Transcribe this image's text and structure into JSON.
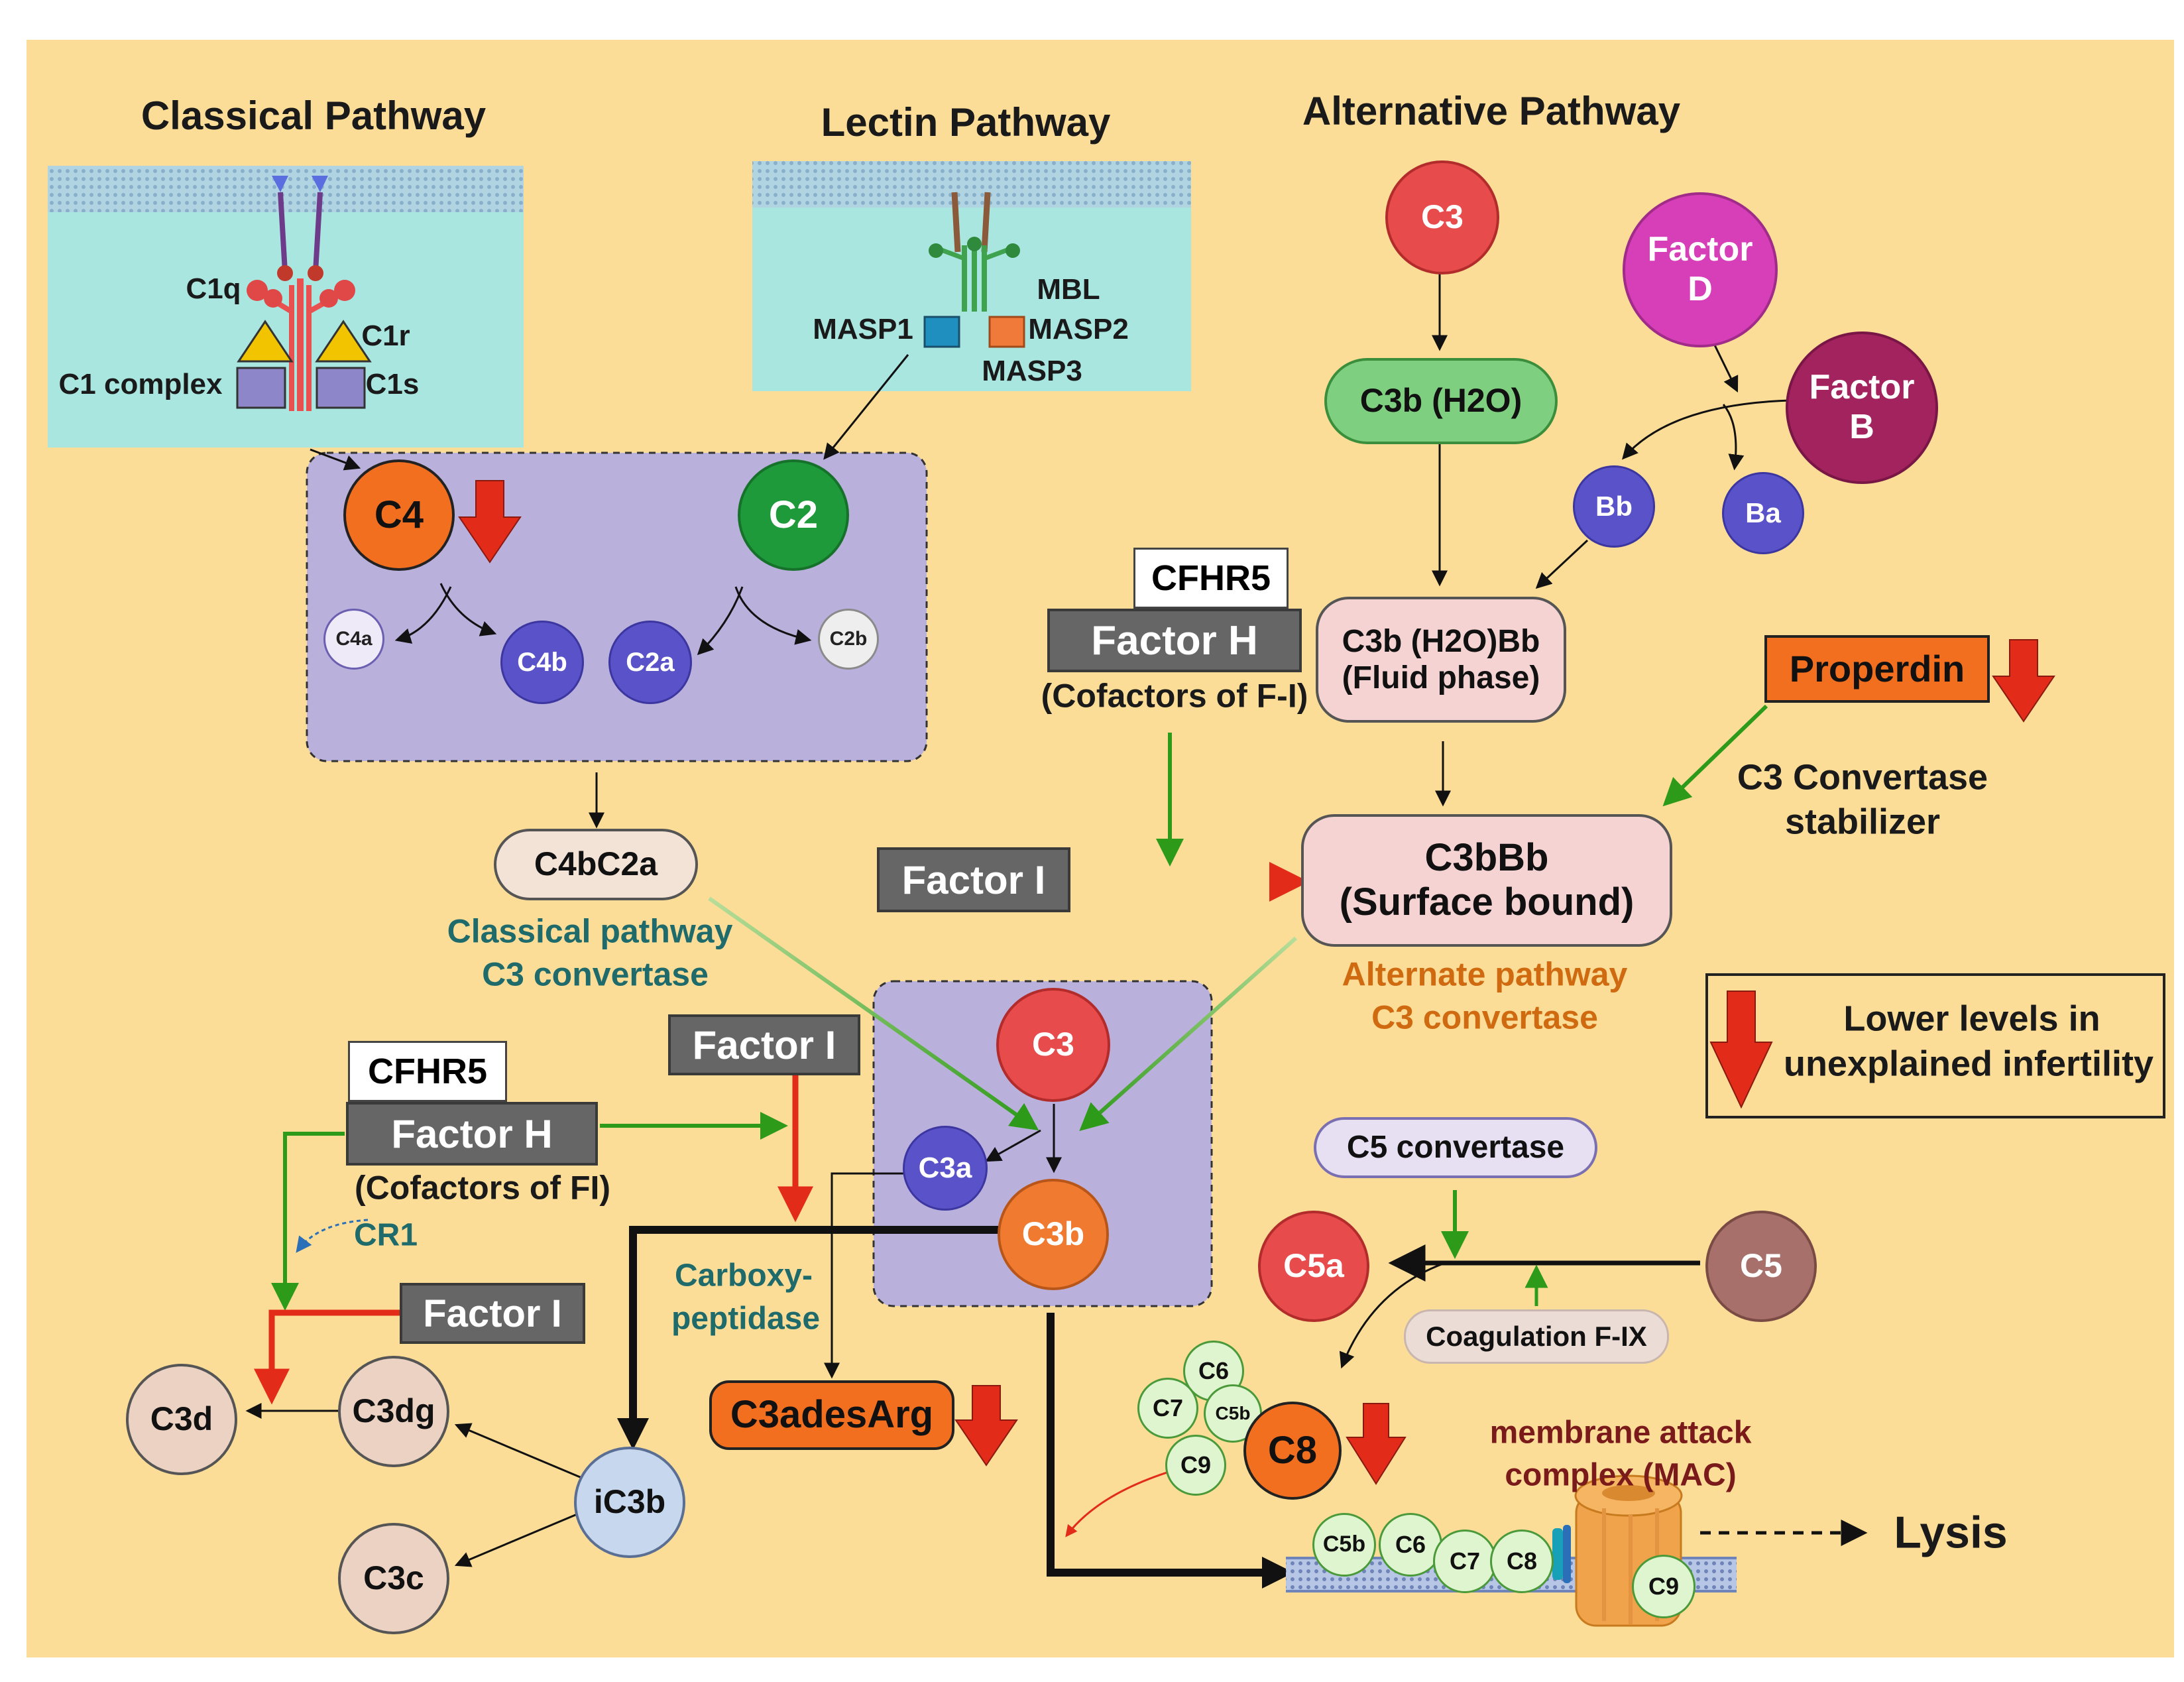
{
  "colors": {
    "background": "#fbdd97",
    "membrane_panel": "#a9e6e0",
    "enzyme_box": "#b9b0dc",
    "green_arrow": "#2e9a1a",
    "red_arrow": "#e32b1a",
    "orange_label": "#d06a10",
    "teal_label": "#1f6b6b"
  },
  "headers": {
    "classical": "Classical Pathway",
    "lectin": "Lectin Pathway",
    "alternative": "Alternative  Pathway"
  },
  "classical_panel": {
    "c1q": "C1q",
    "c1r": "C1r",
    "c1s": "C1s",
    "c1_complex": "C1 complex"
  },
  "lectin_panel": {
    "mbl": "MBL",
    "masp1": "MASP1",
    "masp2": "MASP2",
    "masp3": "MASP3"
  },
  "top_box": {
    "c4": "C4",
    "c2": "C2",
    "c4a": "C4a",
    "c4b": "C4b",
    "c2a": "C2a",
    "c2b": "C2b"
  },
  "alternative": {
    "c3": "C3",
    "factor_d": "Factor D",
    "c3b_h2o": "C3b (H2O)",
    "factor_b": "Factor B",
    "bb": "Bb",
    "ba": "Ba",
    "fluid_phase_line1": "C3b (H2O)Bb",
    "fluid_phase_line2": "(Fluid phase)",
    "cfhr5": "CFHR5",
    "factor_h": "Factor H",
    "cofactors": "(Cofactors of F-I)",
    "properdin": "Properdin",
    "stabilizer_line1": "C3 Convertase",
    "stabilizer_line2": "stabilizer",
    "factor_i": "Factor I",
    "surface_line1": "C3bBb",
    "surface_line2": "(Surface bound)",
    "alt_conv_line1": "Alternate pathway",
    "alt_conv_line2": "C3 convertase"
  },
  "classical_conv": {
    "c4bc2a": "C4bC2a",
    "line1": "Classical pathway",
    "line2": "C3 convertase"
  },
  "legend": {
    "line1": "Lower levels in",
    "line2": "unexplained infertility"
  },
  "central": {
    "c3": "C3",
    "c3a": "C3a",
    "c3b": "C3b",
    "factor_i": "Factor I",
    "carboxy_line1": "Carboxy-",
    "carboxy_line2": "peptidase",
    "c3adesarg": "C3adesArg"
  },
  "regulation_left": {
    "cfhr5": "CFHR5",
    "factor_h": "Factor H",
    "cofactors": "(Cofactors of FI)",
    "cr1": "CR1",
    "factor_i": "Factor I"
  },
  "degradation": {
    "c3d": "C3d",
    "c3dg": "C3dg",
    "ic3b": "iC3b",
    "c3c": "C3c"
  },
  "terminal": {
    "c5_convertase": "C5 convertase",
    "c5a": "C5a",
    "c5": "C5",
    "coag": "Coagulation F-IX",
    "cluster_c6": "C6",
    "cluster_c7": "C7",
    "cluster_c5b": "C5b",
    "cluster_c9": "C9",
    "c8": "C8",
    "mac_line1": "membrane attack",
    "mac_line2": "complex (MAC)",
    "mem_c5b": "C5b",
    "mem_c6": "C6",
    "mem_c7": "C7",
    "mem_c8": "C8",
    "mem_c9": "C9",
    "lysis": "Lysis"
  }
}
